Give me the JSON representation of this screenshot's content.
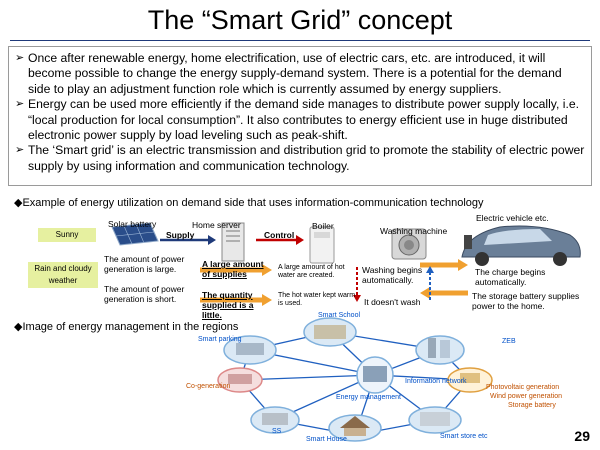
{
  "title": "The “Smart Grid” concept",
  "bullets": [
    "Once after renewable energy, home electrification, use of electric cars, etc. are introduced, it will become possible to change the energy supply-demand system. There is a potential for the demand side to play an adjustment function role which is currently assumed by energy suppliers.",
    "Energy can be used more efficiently if the demand side manages to distribute power supply locally, i.e. “local production for local consumption”. It also contributes to energy efficient use in huge distributed electronic power supply by load leveling such as peak-shift.",
    "The ‘Smart grid’ is an electric transmission and distribution grid to promote the stability of electric power supply by using information and communication technology."
  ],
  "bullet_marker": "➢",
  "section_marker": "◆",
  "section1": {
    "heading": "Example of energy utilization on demand side that uses information-communication technology",
    "sunny": "Sunny",
    "rainy": "Rain and cloudy weather",
    "solar_battery": "Solar battery",
    "supply": "Supply",
    "home_server": "Home server",
    "control": "Control",
    "boiler": "Boiler",
    "washing_machine": "Washing machine",
    "electric_vehicle": "Electric vehicle etc.",
    "power_large": "The amount of power generation is large.",
    "power_short": "The amount of power generation is short.",
    "large_supplies": "A large amount of supplies",
    "quantity_little": "The quantity supplied is a little.",
    "hot_water_created": "A large amount of hot water are created.",
    "hot_water_kept": "The hot water kept warm is used.",
    "washing_begins": "Washing begins automatically.",
    "doesnt_wash": "It doesn't wash",
    "charge_begins": "The charge begins automatically.",
    "storage_battery_supplies": "The storage battery supplies power to the home."
  },
  "section2": {
    "heading": "Image of energy management in the regions",
    "smart_school": "Smart School",
    "smart_parking": "Smart parking",
    "zeb": "ZEB",
    "cogeneration": "Co-generation",
    "information_network": "Information network",
    "energy_management": "Energy  management",
    "pv_generation": "Photovoltaic generation",
    "wind_power": "Wind power generation",
    "storage_battery": "Storage battery",
    "ss": "SS",
    "smart_house": "Smart House",
    "smart_store": "Smart store etc"
  },
  "page_number": "29",
  "colors": {
    "title_rule": "#1f3a7a",
    "weather_box": "#e6f0a0",
    "supply_arrow": "#1f3a7a",
    "control_arrow": "#c00000",
    "orange_arrow": "#f0a030",
    "blue_text": "#0050c8",
    "node_ring": "#7fb0dc",
    "network_line": "#2060c0"
  }
}
